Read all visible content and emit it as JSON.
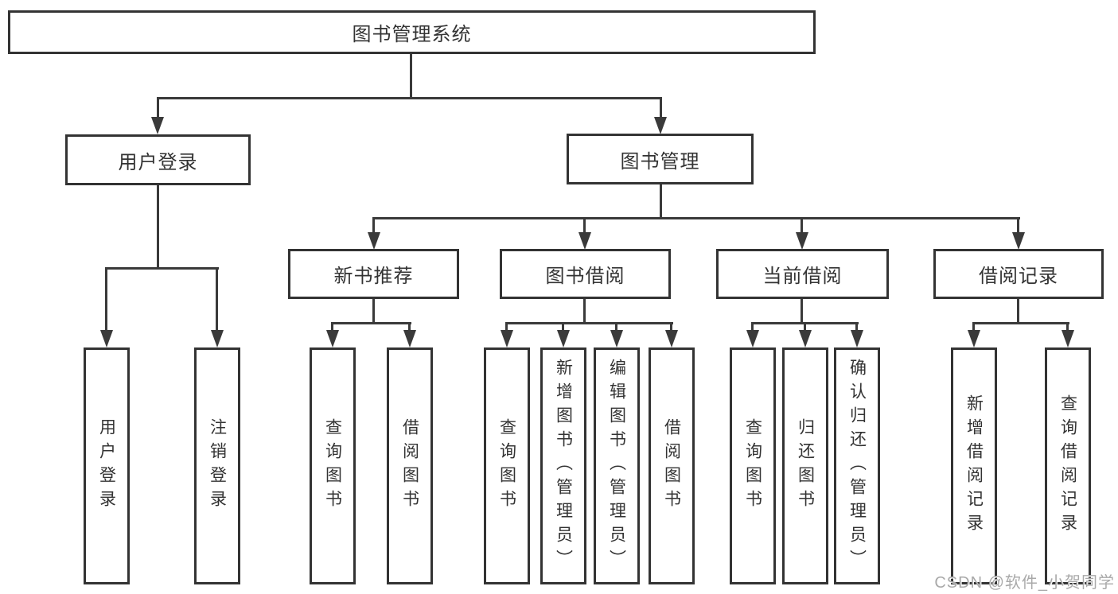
{
  "boxes": {
    "root": "图书管理系统",
    "l1": [
      "用户登录",
      "图书管理"
    ],
    "l2": [
      "新书推荐",
      "图书借阅",
      "当前借阅",
      "借阅记录"
    ],
    "leaves_user": [
      "用户登录",
      "注销登录"
    ],
    "leaves_recommend": [
      "查询图书",
      "借阅图书"
    ],
    "leaves_borrow": [
      "查询图书",
      "新增图书（管理员）",
      "编辑图书（管理员）",
      "借阅图书"
    ],
    "leaves_current": [
      "查询图书",
      "归还图书",
      "确认归还（管理员）"
    ],
    "leaves_records": [
      "新增借阅记录",
      "查询借阅记录"
    ]
  },
  "watermark": {
    "text": "CSDN @软件_小贺同学"
  },
  "colors": {
    "line": "#3a3a3a",
    "box_border": "#333333",
    "text": "#333333",
    "watermark": "#a9a9a9",
    "background": "#ffffff"
  }
}
